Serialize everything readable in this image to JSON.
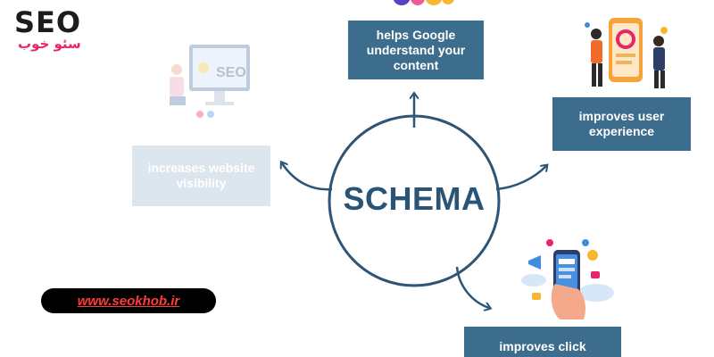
{
  "logo": {
    "latin": "SEO",
    "persian": "سئو خوب"
  },
  "center": {
    "label": "SCHEMA"
  },
  "benefits": {
    "top": "helps Google understand your content",
    "right": "improves user experience",
    "left": "increases website visibility",
    "bottom": "improves click"
  },
  "footer": {
    "website": "www.seokhob.ir"
  },
  "colors": {
    "box": "#3c6d8c",
    "box_faded": "#dce6ee",
    "schema_text": "#2a5476",
    "circle": "#2d5577",
    "logo_accent": "#e8246a",
    "link": "#ff3b3b"
  },
  "icons": {
    "top_illustration": "gears-illustration",
    "right_illustration": "people-phone-illustration",
    "left_illustration": "seo-monitor-illustration",
    "bottom_illustration": "hand-phone-notifications-illustration"
  }
}
